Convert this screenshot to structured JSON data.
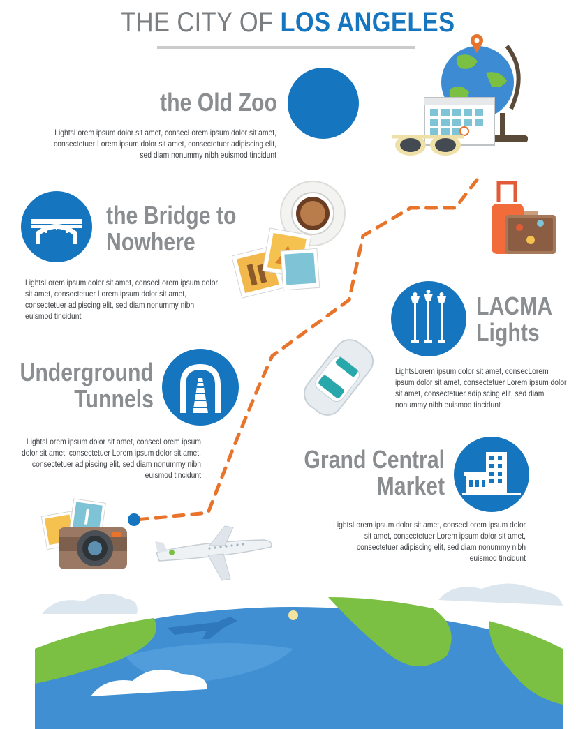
{
  "title": {
    "prefix": "THE CITY OF",
    "emphasis": "LOS ANGELES"
  },
  "sections": [
    {
      "heading_lines": [
        "the Old Zoo"
      ],
      "icon": "blank-circle",
      "body": "LightsLorem ipsum dolor sit amet, consecLorem ipsum dolor sit amet, consectetuer Lorem ipsum dolor sit amet, consectetuer adipiscing elit, sed diam nonummy nibh euismod tincidunt"
    },
    {
      "heading_lines": [
        "the Bridge to",
        "Nowhere"
      ],
      "icon": "bridge-icon",
      "body": "LightsLorem ipsum dolor sit amet, consecLorem ipsum dolor sit amet, consectetuer Lorem ipsum dolor sit amet, consectetuer adipiscing elit, sed diam nonummy nibh euismod tincidunt"
    },
    {
      "heading_lines": [
        "LACMA",
        "Lights"
      ],
      "icon": "lamp-posts-icon",
      "body": "LightsLorem ipsum dolor sit amet, consecLorem ipsum dolor sit amet, consectetuer Lorem ipsum dolor sit amet, consectetuer adipiscing elit, sed diam nonummy nibh euismod tincidunt"
    },
    {
      "heading_lines": [
        "Underground",
        "Tunnels"
      ],
      "icon": "tunnel-icon",
      "body": "LightsLorem ipsum dolor sit amet, consecLorem ipsum dolor sit amet, consectetuer Lorem ipsum dolor sit amet, consectetuer adipiscing elit, sed diam nonummy nibh euismod tincidunt"
    },
    {
      "heading_lines": [
        "Grand Central",
        "Market"
      ],
      "icon": "building-icon",
      "body": "LightsLorem ipsum dolor sit amet, consecLorem ipsum dolor sit amet, consectetuer Lorem ipsum dolor sit amet, consectetuer adipiscing elit, sed diam nonummy nibh euismod tincidunt"
    }
  ],
  "illustrations": [
    "globe-icon",
    "calendar-icon",
    "sunglasses-icon",
    "coffee-cup-icon",
    "photos-icon",
    "suitcase-icon",
    "car-icon",
    "camera-icon",
    "airplane-icon",
    "earth-icon"
  ],
  "colors": {
    "accent_blue": "#1575be",
    "heading_gray": "#8b8e91",
    "path_orange": "#e8742c",
    "body_text": "#404347"
  }
}
